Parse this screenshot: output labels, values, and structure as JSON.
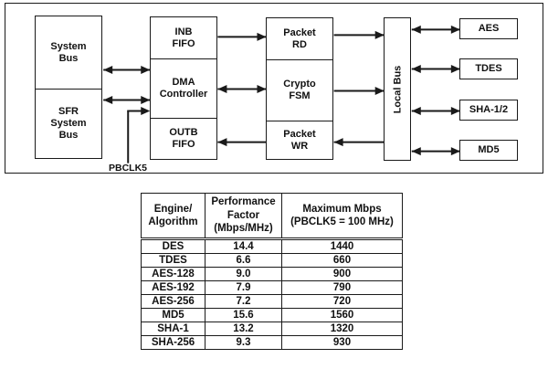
{
  "diagram": {
    "boxes": {
      "system_bus": "System\nBus",
      "sfr_system_bus": "SFR\nSystem\nBus",
      "inb_fifo": "INB\nFIFO",
      "dma_controller": "DMA\nController",
      "outb_fifo": "OUTB\nFIFO",
      "packet_rd": "Packet\nRD",
      "crypto_fsm": "Crypto\nFSM",
      "packet_wr": "Packet\nWR",
      "local_bus": "Local Bus",
      "aes": "AES",
      "tdes": "TDES",
      "sha": "SHA-1/2",
      "md5": "MD5"
    },
    "clock_label": "PBCLK5",
    "line_color": "#1a1a1a"
  },
  "table": {
    "headers": [
      "Engine/\nAlgorithm",
      "Performance\nFactor\n(Mbps/MHz)",
      "Maximum Mbps\n(PBCLK5 = 100 MHz)"
    ],
    "rows": [
      [
        "DES",
        "14.4",
        "1440"
      ],
      [
        "TDES",
        "6.6",
        "660"
      ],
      [
        "AES-128",
        "9.0",
        "900"
      ],
      [
        "AES-192",
        "7.9",
        "790"
      ],
      [
        "AES-256",
        "7.2",
        "720"
      ],
      [
        "MD5",
        "15.6",
        "1560"
      ],
      [
        "SHA-1",
        "13.2",
        "1320"
      ],
      [
        "SHA-256",
        "9.3",
        "930"
      ]
    ]
  },
  "chart_data": {
    "type": "table",
    "columns": [
      "Engine/Algorithm",
      "Performance Factor (Mbps/MHz)",
      "Maximum Mbps (PBCLK5 = 100 MHz)"
    ],
    "categories": [
      "DES",
      "TDES",
      "AES-128",
      "AES-192",
      "AES-256",
      "MD5",
      "SHA-1",
      "SHA-256"
    ],
    "series": [
      {
        "name": "Performance Factor (Mbps/MHz)",
        "values": [
          14.4,
          6.6,
          9.0,
          7.9,
          7.2,
          15.6,
          13.2,
          9.3
        ]
      },
      {
        "name": "Maximum Mbps (PBCLK5 = 100 MHz)",
        "values": [
          1440,
          660,
          900,
          790,
          720,
          1560,
          1320,
          930
        ]
      }
    ]
  }
}
